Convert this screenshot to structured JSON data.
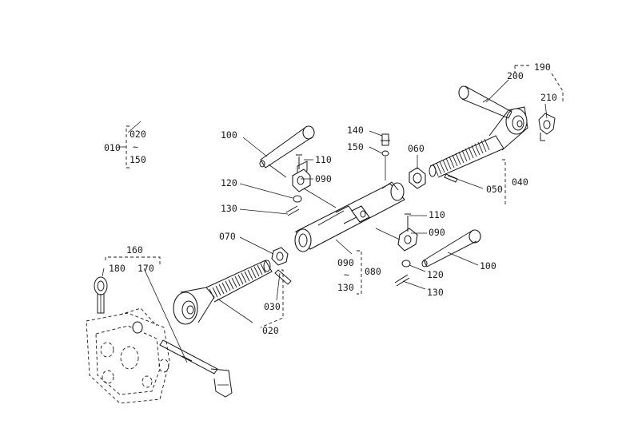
{
  "labels": {
    "p010": "010",
    "p020_top": "020",
    "p150": "150",
    "p100_left": "100",
    "p110_left": "110",
    "p090_left": "090",
    "p120_left": "120",
    "p130_left": "130",
    "p140": "140",
    "p150_mid": "150",
    "p060": "060",
    "p190": "190",
    "p200": "200",
    "p210": "210",
    "p040": "040",
    "p050": "050",
    "p110_right": "110",
    "p090_right": "090",
    "p100_right": "100",
    "p120_right": "120",
    "p130_right": "130",
    "p070": "070",
    "p090_bottom": "090",
    "p080": "080",
    "p130_bottom": "130",
    "p030": "030",
    "p020_bottom": "020",
    "p160": "160",
    "p180": "180",
    "p170": "170"
  },
  "icons": {
    "top_link_body": "cylinder-tube",
    "thread_rod": "threaded-rod",
    "ball_joint": "rod-end-eye",
    "pin": "cross-pin",
    "bracket": "mounting-bracket",
    "lock_pin": "linch-pin"
  }
}
